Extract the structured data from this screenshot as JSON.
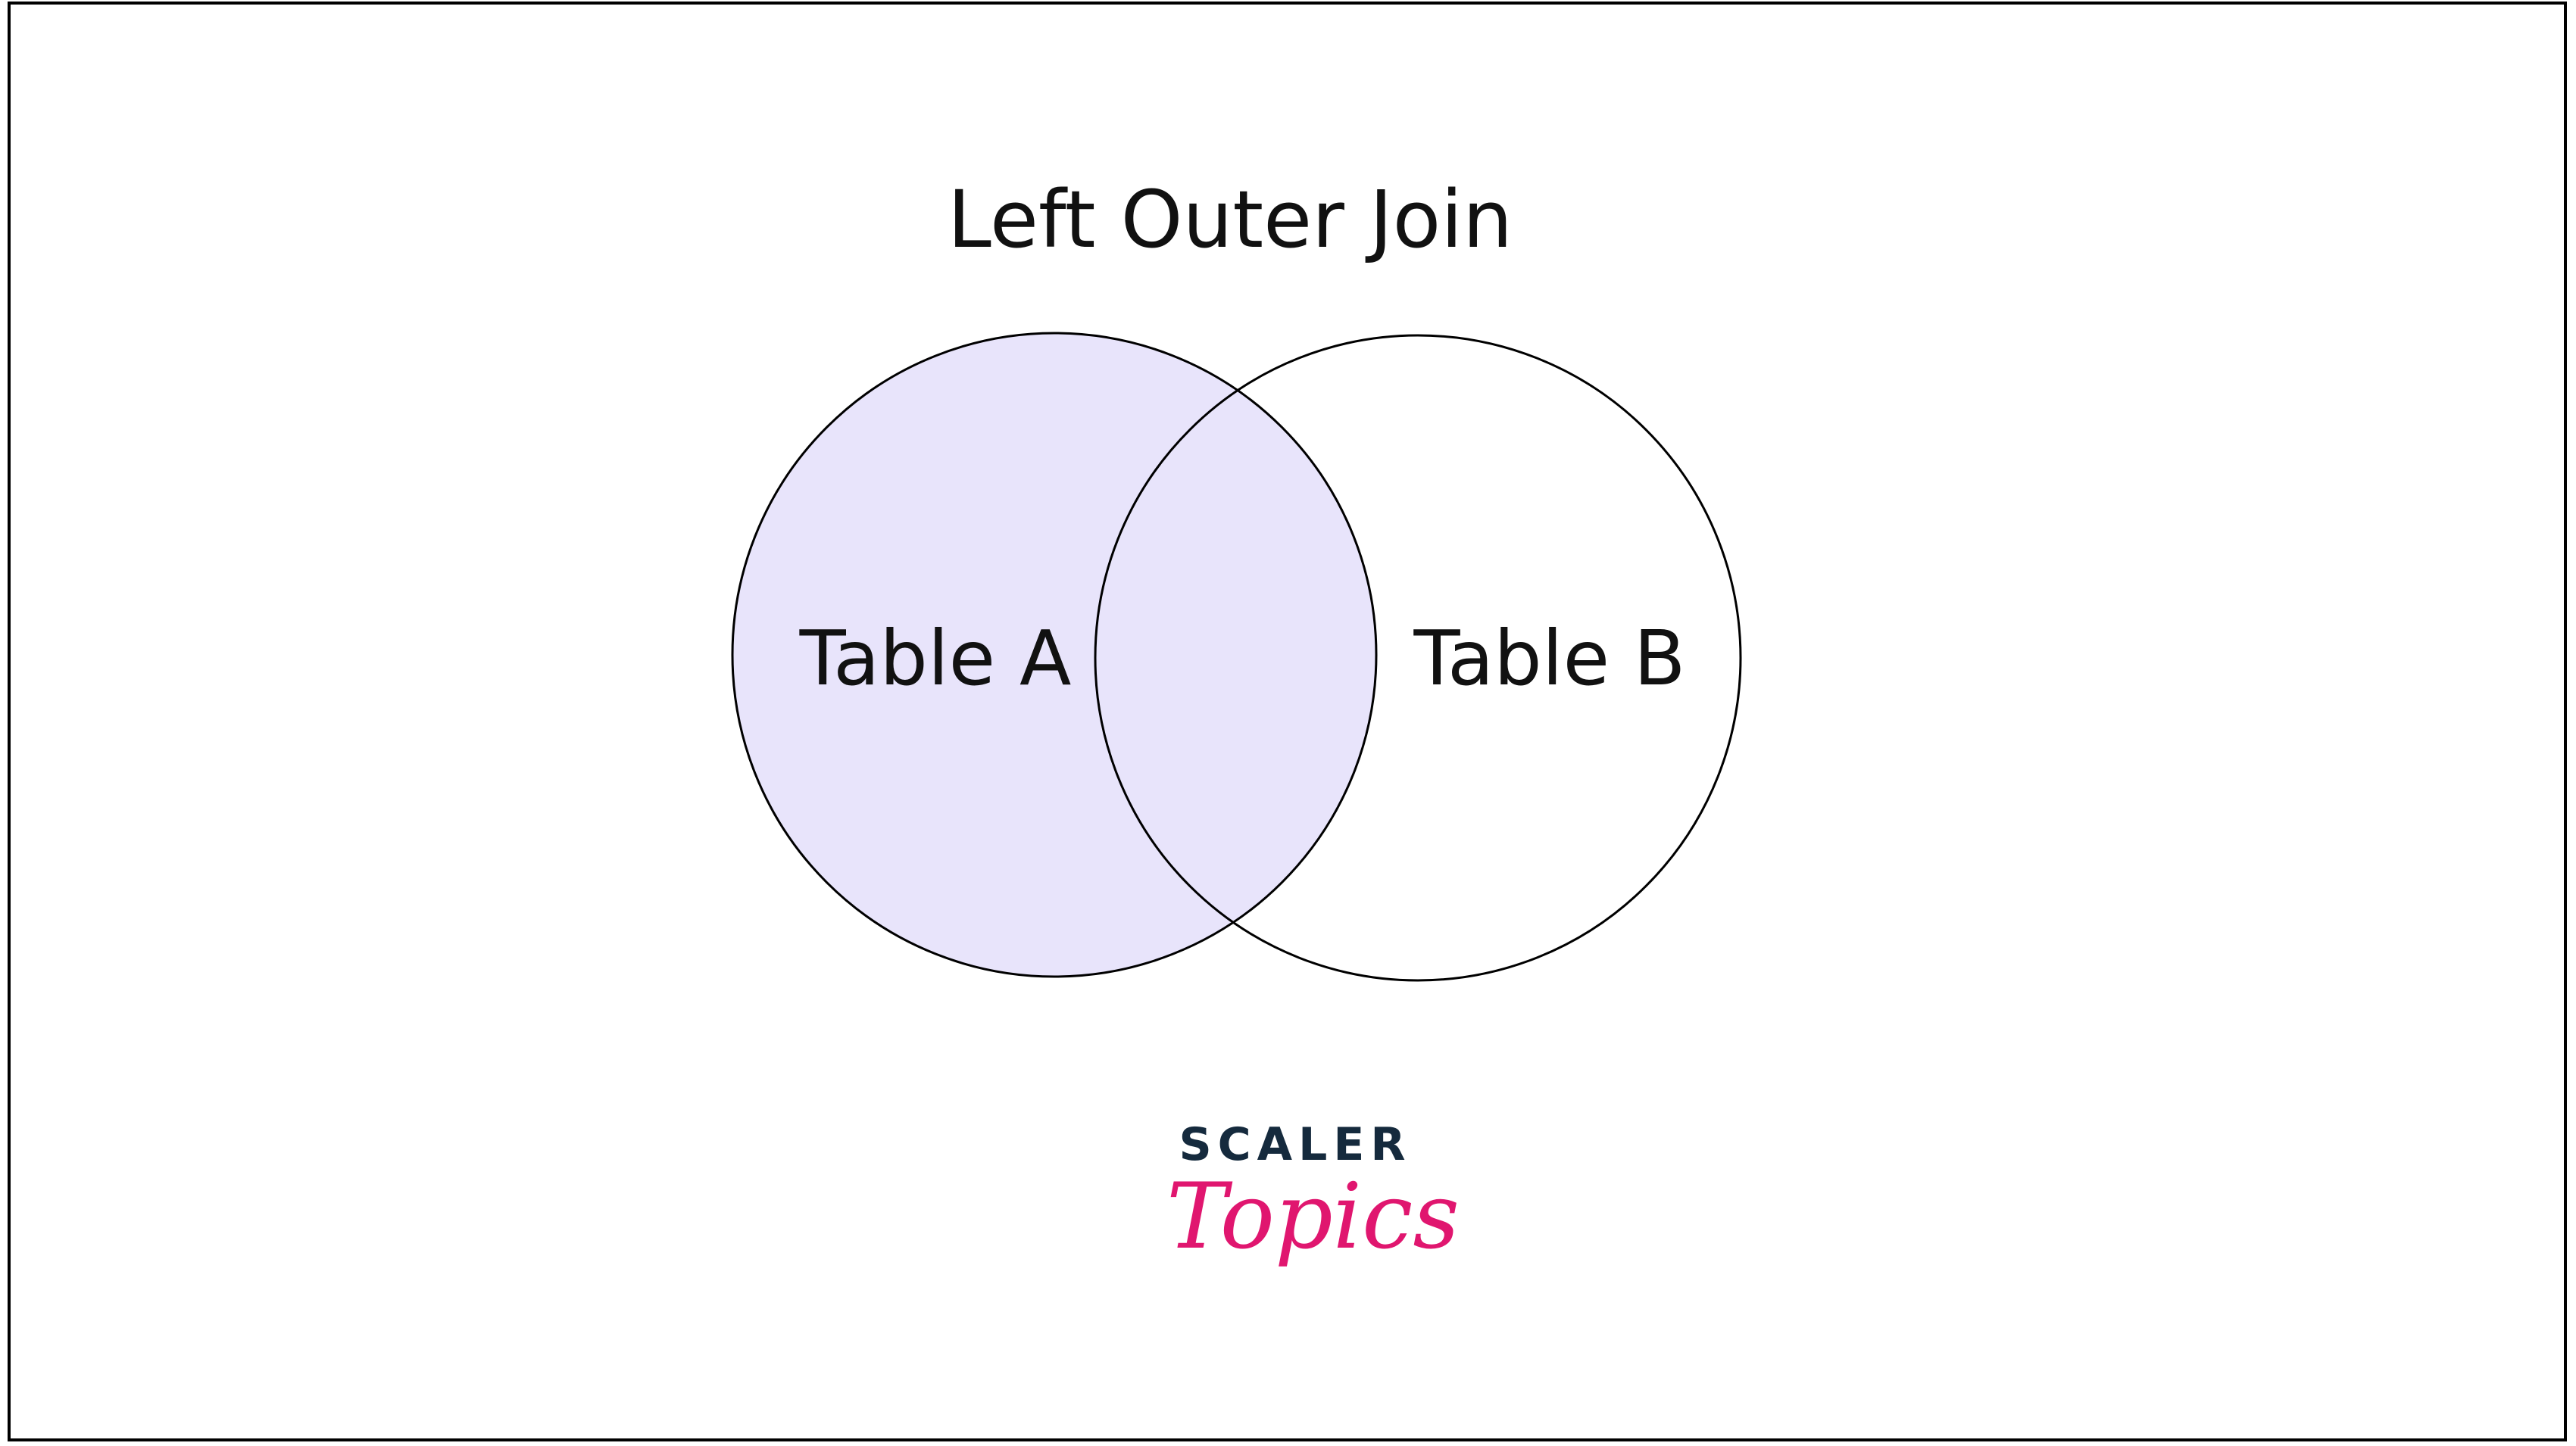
{
  "diagram": {
    "title": "Left Outer Join",
    "table_a_label": "Table A",
    "table_b_label": "Table B",
    "highlight_color": "#e8e4fb",
    "outline_color": "#000000"
  },
  "logo": {
    "top_text": "SCALER",
    "bottom_text": "Topics",
    "top_color": "#152a3d",
    "bottom_color": "#e0166f"
  }
}
